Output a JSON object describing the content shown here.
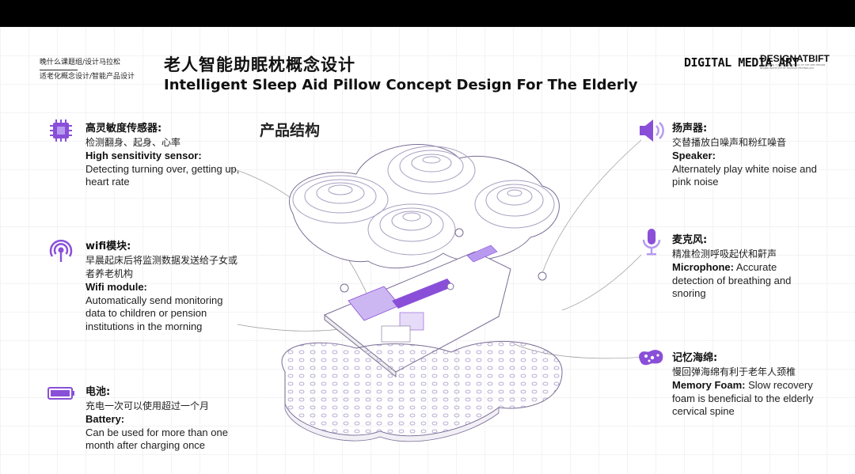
{
  "header": {
    "crumb_line1": "晚什么课题组/设计马拉松",
    "crumb_line2": "适老化概念设计/智能产品设计",
    "title_cn": "老人智能助眠枕概念设计",
    "title_en": "Intelligent Sleep Aid Pillow Concept Design For The Elderly",
    "logo_left": "DIGITAL MEDIA ART",
    "logo_right": "DESIGNATBIFT",
    "logo_right_sub": "北京服装学院 艺术设计学院 SCHOOL OF ART AND DESIGN BEIJING INSTITUTE OF FASHION TECHNOLOGY"
  },
  "section_title": "产品结构",
  "colors": {
    "accent": "#8a4fd8",
    "accent_light": "#b79af0",
    "line": "#888888"
  },
  "features_left": [
    {
      "icon": "chip-icon",
      "title": "高灵敏度传感器:",
      "cn": "检测翻身、起身、心率",
      "en_title": "High sensitivity sensor:",
      "en": "Detecting turning over, getting up, heart rate"
    },
    {
      "icon": "wifi-icon",
      "title": "wifi模块:",
      "cn": "早晨起床后将监测数据发送给子女或者养老机构",
      "en_title": "Wifi module:",
      "en": "Automatically send monitoring data to children or pension institutions in the morning"
    },
    {
      "icon": "battery-icon",
      "title": "电池:",
      "cn": "充电一次可以使用超过一个月",
      "en_title": "Battery:",
      "en": "Can be used for more than one month after charging once"
    }
  ],
  "features_right": [
    {
      "icon": "speaker-icon",
      "title": "扬声器:",
      "cn": "交替播放白噪声和粉红噪音",
      "en_title": "Speaker:",
      "en": "Alternately play white noise and pink noise"
    },
    {
      "icon": "microphone-icon",
      "title": "麦克风:",
      "cn": "精准检测呼吸起伏和鼾声",
      "en_title": "Microphone:",
      "en_inline": "Accurate detection of breathing and snoring"
    },
    {
      "icon": "sponge-icon",
      "title": "记忆海绵:",
      "cn": "慢回弹海绵有利于老年人颈椎",
      "en_title": "Memory Foam:",
      "en_inline": "Slow recovery foam is beneficial to the elderly cervical spine"
    }
  ]
}
